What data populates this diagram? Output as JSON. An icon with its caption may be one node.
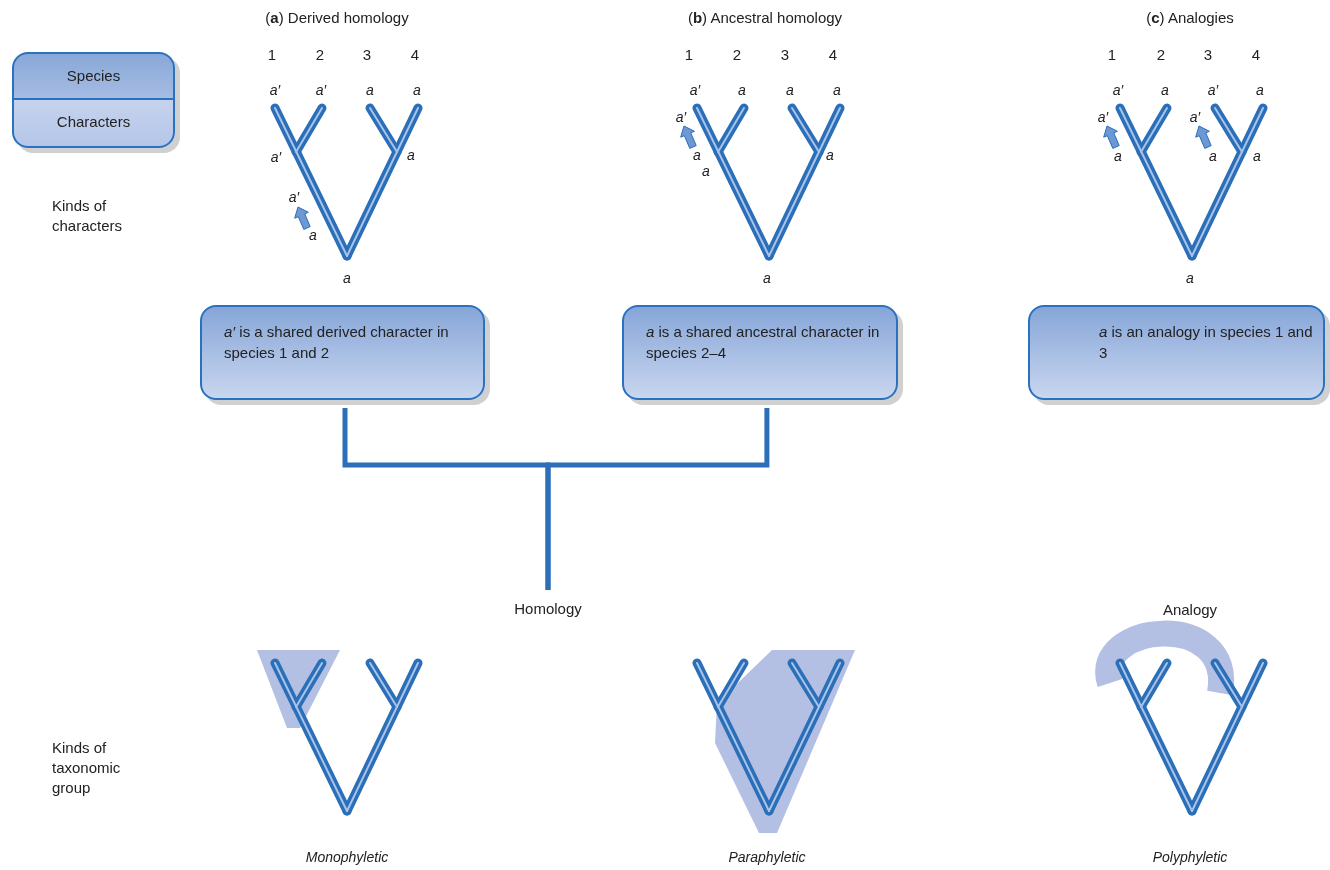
{
  "diagram": {
    "nodes": [
      {
        "text": [
          "Species",
          "Characters"
        ]
      },
      {
        "text": [
          "*a′* is a shared derived character in species 1 and 2"
        ]
      },
      {
        "text": [
          "*a* is a shared ancestral character in species 2–4"
        ]
      },
      {
        "text": [
          "*a* is an analogy in species 1 and 3"
        ]
      },
      {
        "text": [
          "Homology"
        ]
      }
    ],
    "edges": [
      {
        "from": 1,
        "to": 4,
        "arrow": "none"
      },
      {
        "from": 2,
        "to": 4,
        "arrow": "none"
      }
    ],
    "labels": [
      "(**a**) Derived homology",
      "(**b**) Ancestral homology",
      "(**c**) Analogies",
      "1",
      "2",
      "3",
      "4",
      "1",
      "2",
      "3",
      "4",
      "1",
      "2",
      "3",
      "4",
      "a′",
      "a′",
      "a",
      "a",
      "a′",
      "a",
      "a′",
      "a",
      "a",
      "a′",
      "a",
      "a",
      "a",
      "a′",
      "a",
      "a",
      "a",
      "a",
      "a′",
      "a",
      "a′",
      "a",
      "a′",
      "a′",
      "a",
      "a",
      "a",
      "a",
      "Kinds of characters",
      "Analogy",
      "Kinds of taxonomic group",
      "Monophyletic",
      "Paraphyletic",
      "Polyphyletic"
    ]
  }
}
